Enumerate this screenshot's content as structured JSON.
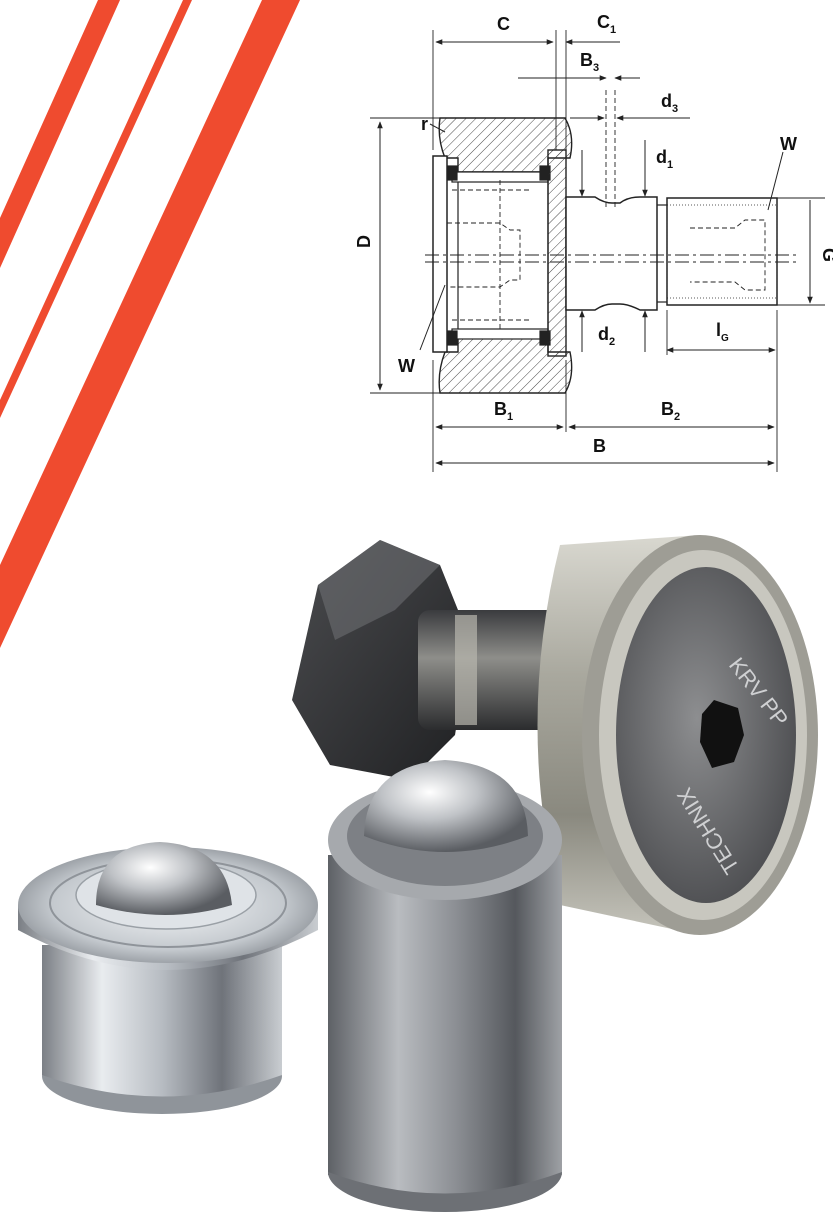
{
  "brand": {
    "stripe_color": "#ef4b2f"
  },
  "drawing": {
    "labels": {
      "C": "C",
      "C1_main": "C",
      "C1_sub": "1",
      "B3_main": "B",
      "B3_sub": "3",
      "d3_main": "d",
      "d3_sub": "3",
      "r": "r",
      "W_top": "W",
      "d1_main": "d",
      "d1_sub": "1",
      "D": "D",
      "G": "G",
      "d2_main": "d",
      "d2_sub": "2",
      "lG_main": "l",
      "lG_sub": "G",
      "W_bottom": "W",
      "B1_main": "B",
      "B1_sub": "1",
      "B2_main": "B",
      "B2_sub": "2",
      "B": "B"
    }
  },
  "products": {
    "cam_follower": {
      "engraving_top": "KRV PP",
      "engraving_bottom": "TECHNIX",
      "icon": "cam-follower-photo"
    },
    "ball_transfer_flanged": {
      "icon": "flanged-ball-transfer-unit-photo"
    },
    "ball_transfer_plain": {
      "icon": "plain-ball-transfer-unit-photo"
    }
  }
}
